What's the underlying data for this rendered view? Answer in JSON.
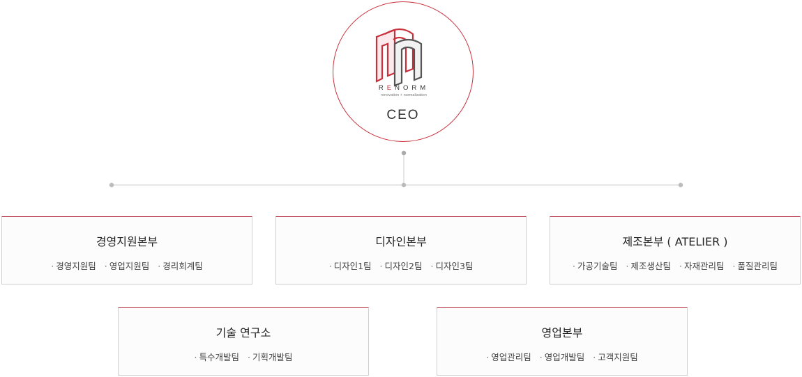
{
  "ceo": {
    "brand": "RENORM",
    "tagline": "renovation + normalization",
    "label": "CEO"
  },
  "divisions": [
    {
      "title": "경영지원본부",
      "teams": [
        "경영지원팀",
        "영업지원팀",
        "경리회계팀"
      ]
    },
    {
      "title": "디자인본부",
      "teams": [
        "디자인1팀",
        "디자인2팀",
        "디자인3팀"
      ]
    },
    {
      "title": "제조본부 ( ATELIER )",
      "teams": [
        "가공기술팀",
        "제조생산팀",
        "자재관리팀",
        "품질관리팀"
      ]
    },
    {
      "title": "기술 연구소",
      "teams": [
        "특수개발팀",
        "기획개발팀"
      ]
    },
    {
      "title": "영업본부",
      "teams": [
        "영업관리팀",
        "영업개발팀",
        "고객지원팀"
      ]
    }
  ],
  "colors": {
    "accent": "#c9303c",
    "connector": "#cccccc",
    "box_border": "#cfcfcf"
  }
}
